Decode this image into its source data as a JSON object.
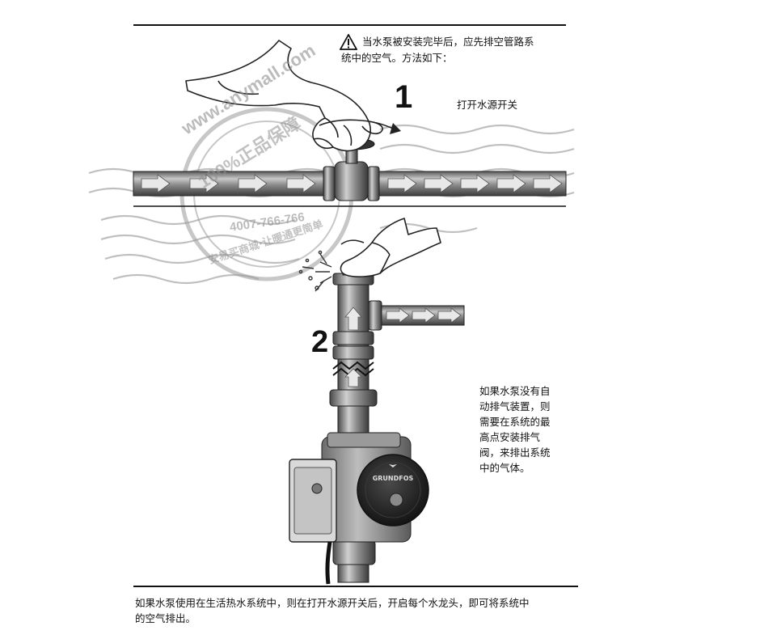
{
  "warning": {
    "line1": "当水泵被安装完毕后，应先排空管路系",
    "line2": "统中的空气。方法如下："
  },
  "step1": {
    "number": "1",
    "label": "打开水源开关"
  },
  "step2": {
    "number": "2"
  },
  "side_note": {
    "lines": [
      "如果水泵没有自",
      "动排气装置，则",
      "需要在系统的最",
      "高点安装排气",
      "阀，来排出系统",
      "中的气体。"
    ]
  },
  "pump_brand": "GRUNDFOS",
  "watermark": {
    "url": "www.anymall.com",
    "slogan": "100%正品保障",
    "phone": "4007-766-766",
    "bottom": "安易买商城·让暖通更简单"
  },
  "footer": {
    "line1": "如果水泵使用在生活热水系统中，则在打开水源开关后，开启每个水龙头，即可将系统中",
    "line2": "的空气排出。"
  },
  "colors": {
    "ink": "#111111",
    "pipe": "#8a8a8a",
    "pipe_dark": "#4a4a4a",
    "watermark": "#9a9a9a"
  }
}
